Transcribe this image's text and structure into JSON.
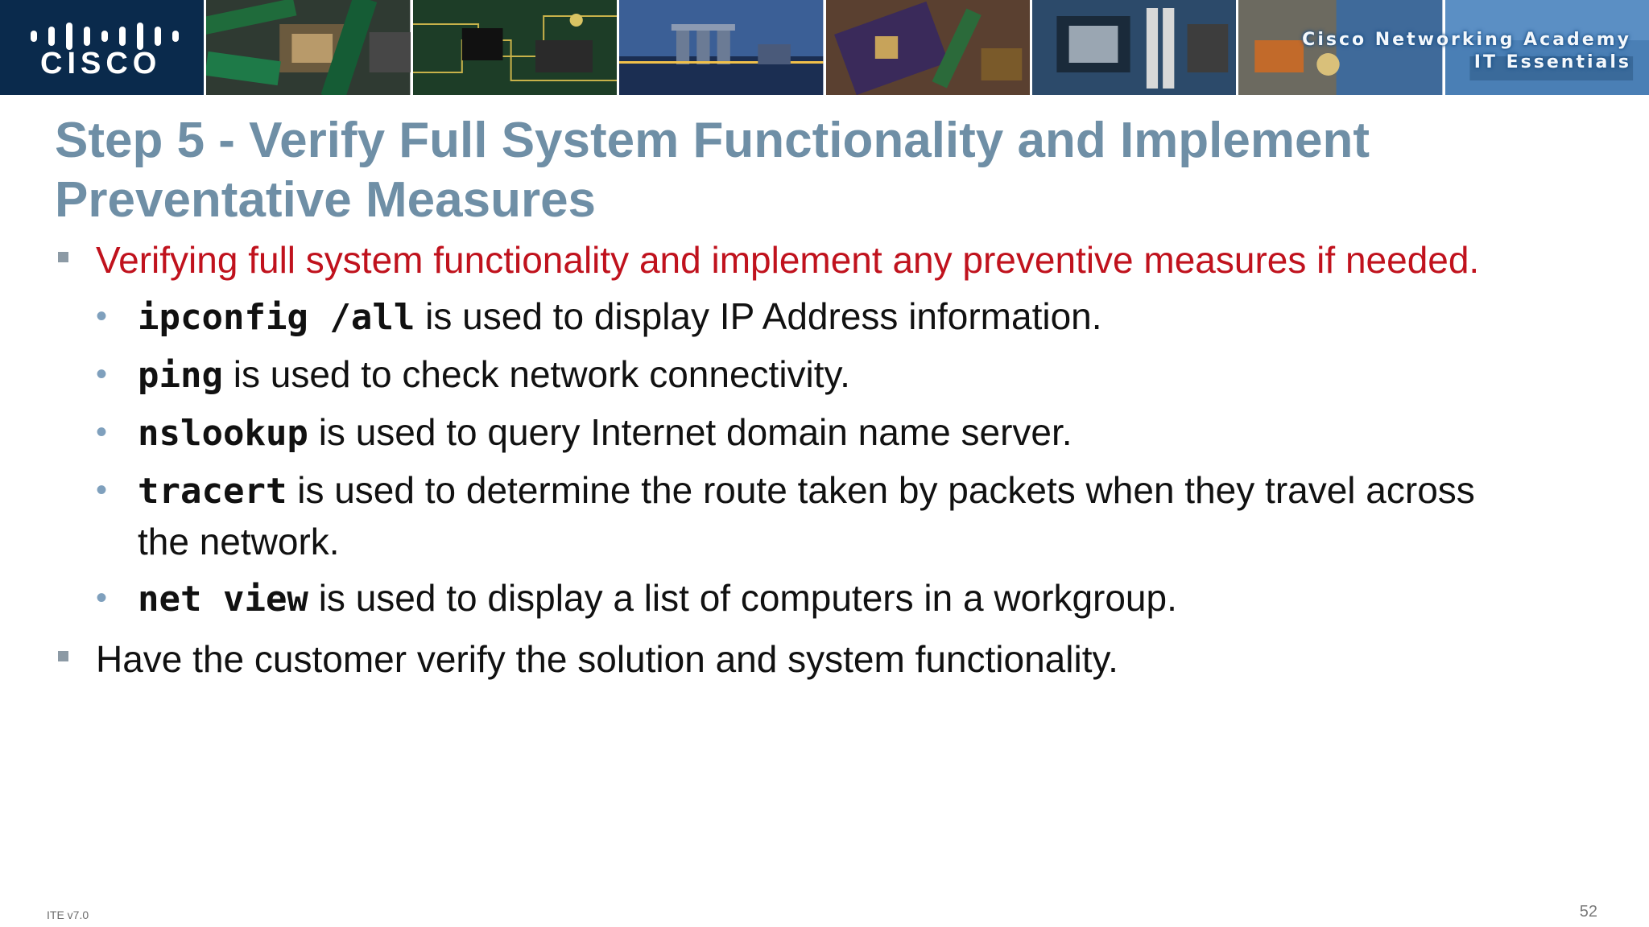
{
  "banner": {
    "logo_text": "CISCO",
    "academy_line1": "Cisco Networking Academy",
    "academy_line2": "IT Essentials"
  },
  "slide": {
    "title": "Step 5 - Verify Full System Functionality and Implement Preventative Measures",
    "bullet1": "Verifying full system functionality and implement any preventive measures if needed.",
    "sub_items": [
      {
        "cmd": "ipconfig /all",
        "text": " is used to display IP Address information."
      },
      {
        "cmd": "ping",
        "text": " is used to check network connectivity."
      },
      {
        "cmd": "nslookup",
        "text": " is used to query Internet domain name server."
      },
      {
        "cmd": "tracert",
        "text": " is used to determine the route taken by packets when they travel across the network."
      },
      {
        "cmd": "net view",
        "text": " is used to display a list of computers in a workgroup."
      }
    ],
    "bullet2": "Have the customer verify the solution and system functionality."
  },
  "footer": {
    "version": "ITE v7.0",
    "page_number": "52"
  },
  "colors": {
    "title": "#6f8fa6",
    "emphasis_text": "#c0121d",
    "body_text": "#111111",
    "square_bullet": "#8c9aa5",
    "round_bullet": "#7fa0bd",
    "logo_background": "#0a2a4c"
  }
}
